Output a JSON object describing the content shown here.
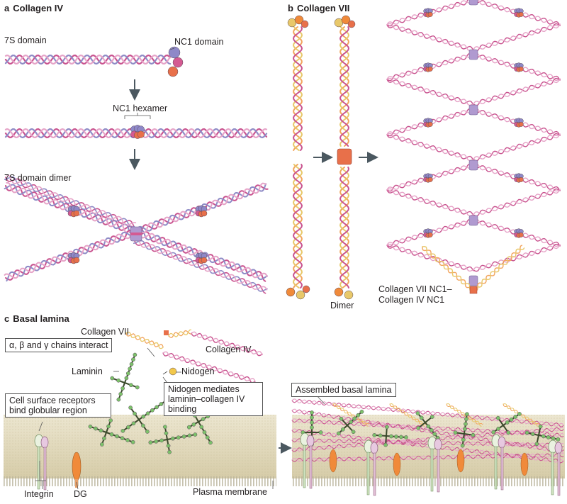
{
  "colors": {
    "strand_pink": "#c9538f",
    "strand_purple": "#8f8bc6",
    "strand_light": "#e6a4c8",
    "strand_orange": "#f2a55e",
    "strand_yellow": "#e8c86a",
    "nc1_purple": "#8e88c8",
    "nc1_pink": "#d45a92",
    "nc1_orange": "#e8704a",
    "laminin_green": "#7cc16a",
    "laminin_dark": "#3b4a2c",
    "nidogen_yellow": "#f2c84b",
    "membrane_tan": "#ddd4b6",
    "dg_orange": "#f08a3a",
    "arrow_gray": "#4b5860"
  },
  "panel_a": {
    "letter": "a",
    "title": "Collagen IV",
    "label_7s": "7S domain",
    "label_nc1": "NC1 domain",
    "label_hexamer": "NC1 hexamer",
    "label_dimer": "7S domain dimer"
  },
  "panel_b": {
    "letter": "b",
    "title": "Collagen VII",
    "label_dimer": "Dimer",
    "label_link_line1": "Collagen VII NC1–",
    "label_link_line2": "Collagen IV NC1"
  },
  "panel_c": {
    "letter": "c",
    "title": "Basal lamina",
    "label_col7": "Collagen VII",
    "label_col4": "Collagen IV",
    "label_chains": "α, β and γ chains interact",
    "label_laminin": "Laminin",
    "label_nidogen": "Nidogen",
    "label_nidogen_mediates_1": "Nidogen mediates",
    "label_nidogen_mediates_2": "laminin–collagen IV",
    "label_nidogen_mediates_3": "binding",
    "label_receptors_1": "Cell surface receptors",
    "label_receptors_2": "bind globular region",
    "label_integrin": "Integrin",
    "label_dg": "DG",
    "label_membrane": "Plasma membrane",
    "label_assembled": "Assembled basal lamina"
  }
}
